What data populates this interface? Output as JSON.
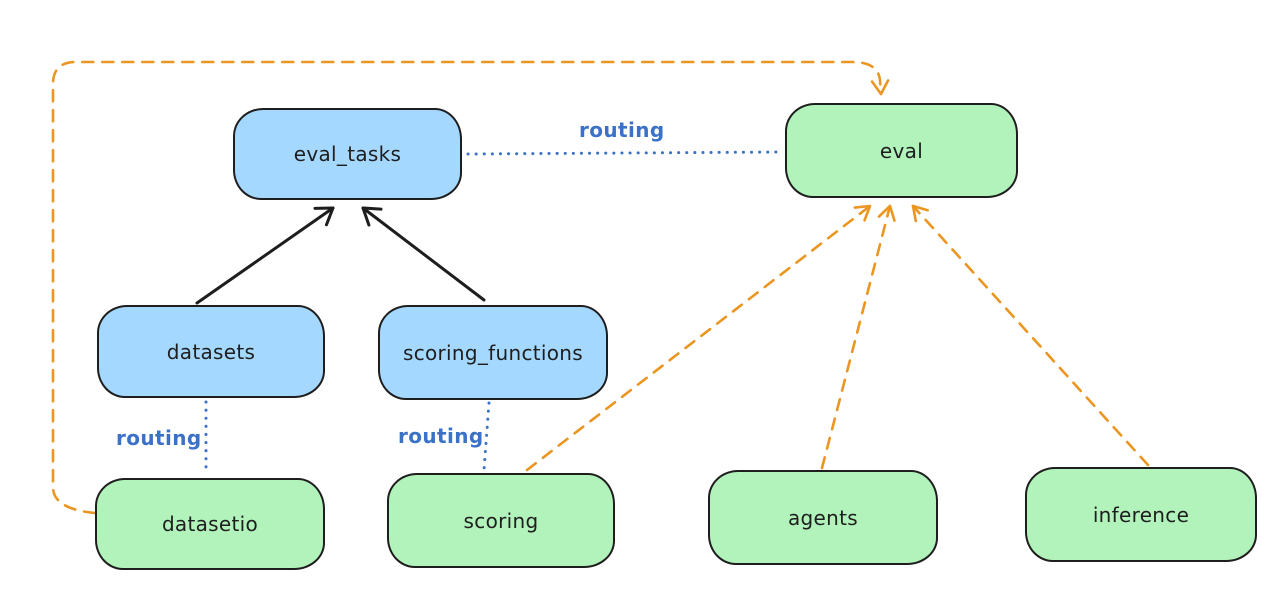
{
  "diagram": {
    "type": "flowchart",
    "nodes": [
      {
        "id": "eval_tasks",
        "label": "eval_tasks",
        "fill": "#a5d8ff"
      },
      {
        "id": "eval",
        "label": "eval",
        "fill": "#b2f2bb"
      },
      {
        "id": "datasets",
        "label": "datasets",
        "fill": "#a5d8ff"
      },
      {
        "id": "scoring_functions",
        "label": "scoring_functions",
        "fill": "#a5d8ff"
      },
      {
        "id": "datasetio",
        "label": "datasetio",
        "fill": "#b2f2bb"
      },
      {
        "id": "scoring",
        "label": "scoring",
        "fill": "#b2f2bb"
      },
      {
        "id": "agents",
        "label": "agents",
        "fill": "#b2f2bb"
      },
      {
        "id": "inference",
        "label": "inference",
        "fill": "#b2f2bb"
      }
    ],
    "edges": [
      {
        "from": "datasets",
        "to": "eval_tasks",
        "style": "solid",
        "arrow": true,
        "color": "#1e1e1e"
      },
      {
        "from": "scoring_functions",
        "to": "eval_tasks",
        "style": "solid",
        "arrow": true,
        "color": "#1e1e1e"
      },
      {
        "from": "eval_tasks",
        "to": "eval",
        "style": "dotted",
        "arrow": false,
        "color": "#3b72c8",
        "label": "routing"
      },
      {
        "from": "datasets",
        "to": "datasetio",
        "style": "dotted",
        "arrow": false,
        "color": "#3b72c8",
        "label": "routing"
      },
      {
        "from": "scoring_functions",
        "to": "scoring",
        "style": "dotted",
        "arrow": false,
        "color": "#3b72c8",
        "label": "routing"
      },
      {
        "from": "datasetio",
        "to": "eval",
        "style": "dashed",
        "arrow": true,
        "color": "#ea9620"
      },
      {
        "from": "scoring",
        "to": "eval",
        "style": "dashed",
        "arrow": true,
        "color": "#ea9620"
      },
      {
        "from": "agents",
        "to": "eval",
        "style": "dashed",
        "arrow": true,
        "color": "#ea9620"
      },
      {
        "from": "inference",
        "to": "eval",
        "style": "dashed",
        "arrow": true,
        "color": "#ea9620"
      }
    ],
    "colors": {
      "node_stroke": "#1e1e1e",
      "blue_fill": "#a5d8ff",
      "green_fill": "#b2f2bb",
      "routing_line": "#3b72c8",
      "dashed_line": "#ea9620",
      "background": "#ffffff"
    }
  }
}
